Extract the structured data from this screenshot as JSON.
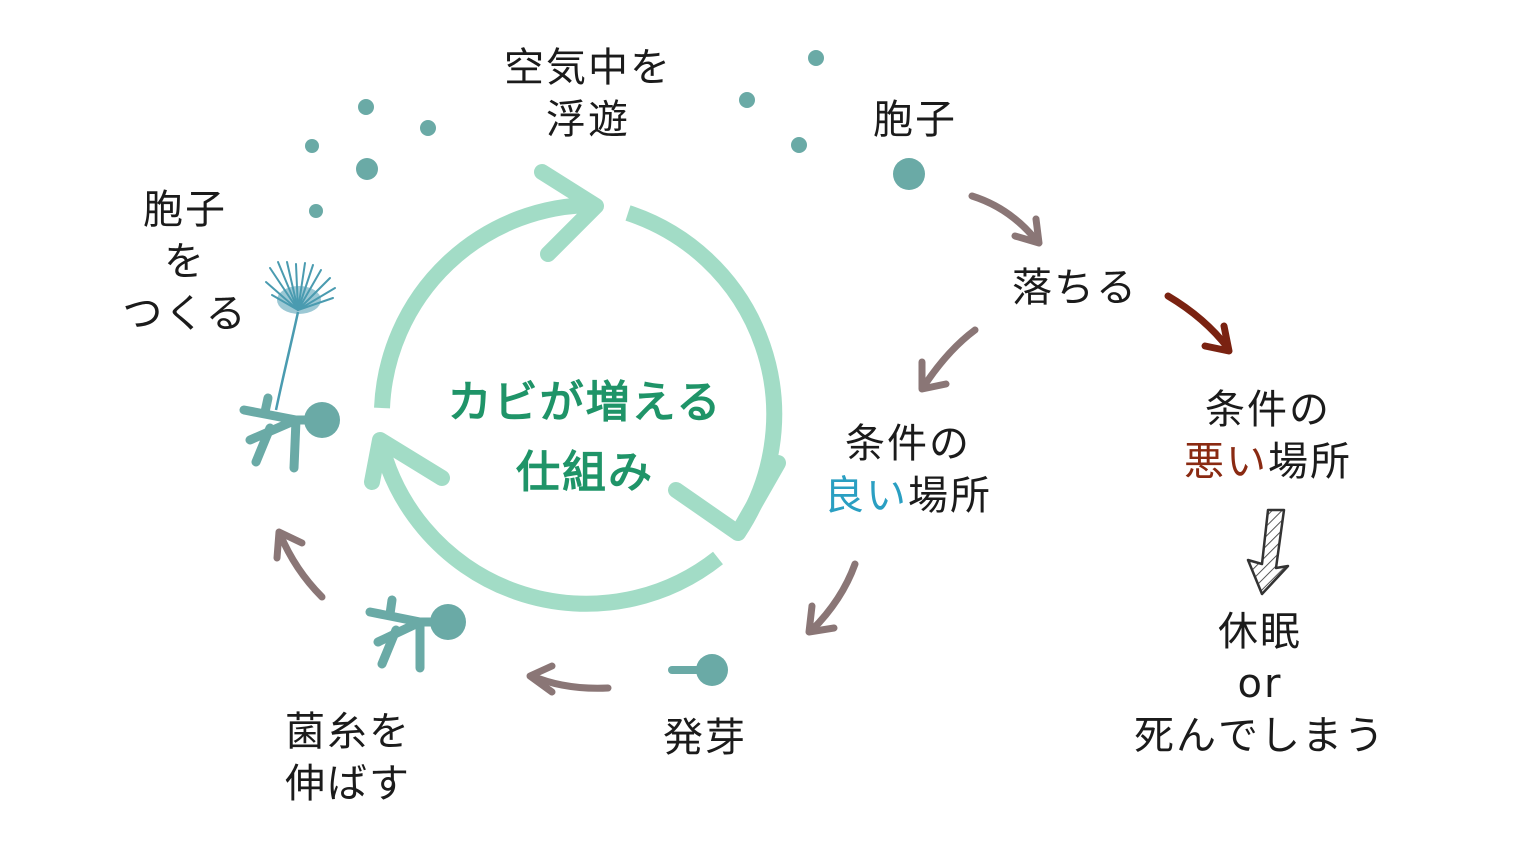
{
  "center_title": {
    "line1": "カビが増える",
    "line2": "仕組み"
  },
  "labels": {
    "floating": {
      "line1": "空気中を",
      "line2": "浮遊"
    },
    "spore": "胞子",
    "fall": "落ちる",
    "good_place": {
      "line1": "条件の",
      "highlight": "良い",
      "rest": "場所"
    },
    "bad_place": {
      "line1": "条件の",
      "highlight": "悪い",
      "rest": "場所"
    },
    "germination": "発芽",
    "hyphae": {
      "line1": "菌糸を",
      "line2": "伸ばす"
    },
    "make_spores": {
      "line1": "胞子",
      "line2": "を",
      "line3": "つくる"
    },
    "dormancy": "休眠",
    "or": "or",
    "death": "死んでしまう"
  },
  "colors": {
    "cycle": "#a2dcc6",
    "center_text": "#1f9468",
    "spore_dot": "#6aaaa6",
    "arrow": "#8a7676",
    "arrow_bad": "#7a2211",
    "good_highlight": "#2a9fc2",
    "bad_highlight": "#8a2a12",
    "text": "#1b1b1b"
  }
}
